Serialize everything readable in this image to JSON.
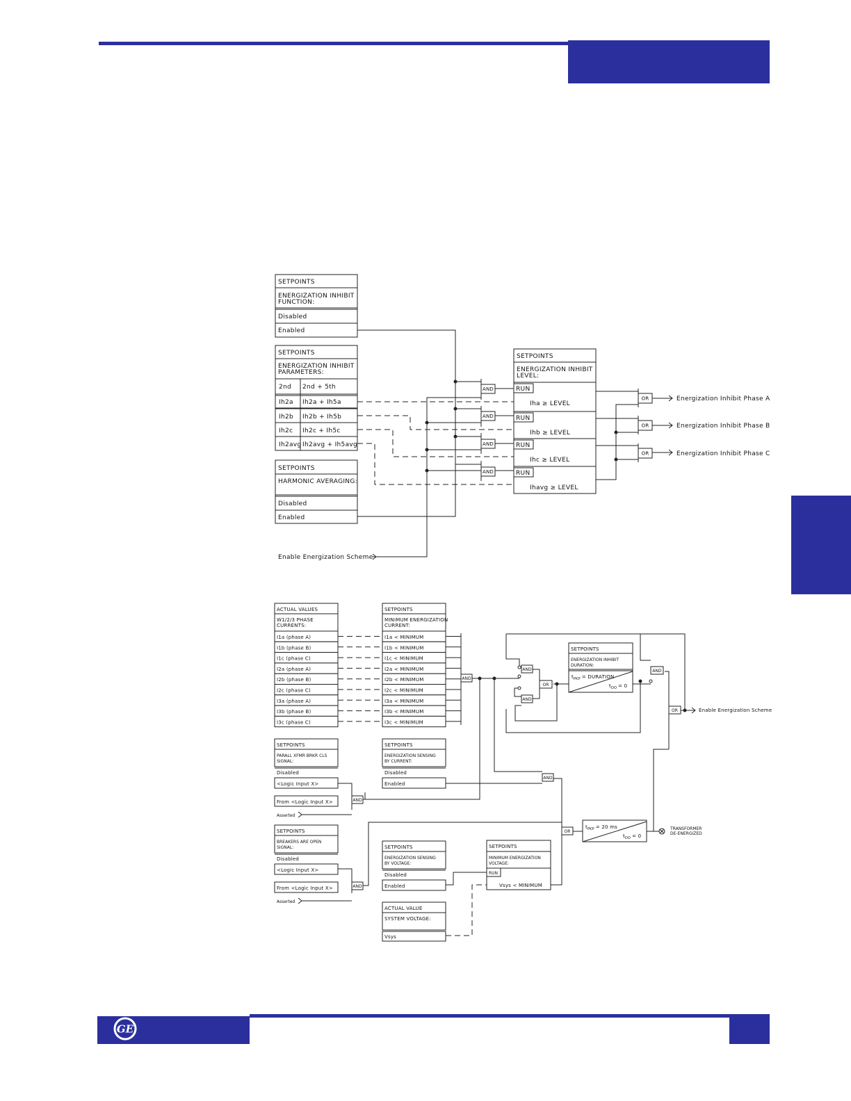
{
  "colors": {
    "brand": "#2b2f9e",
    "ink": "#111111",
    "paper": "#ffffff"
  },
  "logo": {
    "name": "ge-monogram-logo",
    "text": "GE"
  },
  "top": {
    "func": {
      "head": "SETPOINTS",
      "title1": "ENERGIZATION  INHIBIT",
      "title2": "FUNCTION:",
      "opt1": "Disabled",
      "opt2": "Enabled"
    },
    "params": {
      "head": "SETPOINTS",
      "title1": "ENERGIZATION  INHIBIT",
      "title2": "PARAMETERS:",
      "rows": [
        {
          "a": "2nd",
          "b": "2nd  +  5th"
        },
        {
          "a": "Ih2a",
          "b": "Ih2a  +  Ih5a"
        },
        {
          "a": "Ih2b",
          "b": "Ih2b  +  Ih5b"
        },
        {
          "a": "Ih2c",
          "b": "Ih2c  +  Ih5c"
        },
        {
          "a": "Ih2avg",
          "b": "Ih2avg  +  Ih5avg"
        }
      ]
    },
    "harm": {
      "head": "SETPOINTS",
      "title1": "HARMONIC  AVERAGING:",
      "opt1": "Disabled",
      "opt2": "Enabled"
    },
    "level": {
      "head": "SETPOINTS",
      "title1": "ENERGIZATION  INHIBIT",
      "title2": "LEVEL:",
      "rows": [
        {
          "run": "RUN",
          "cmp": "Iha  ≥  LEVEL"
        },
        {
          "run": "RUN",
          "cmp": "Ihb  ≥  LEVEL"
        },
        {
          "run": "RUN",
          "cmp": "Ihc  ≥  LEVEL"
        },
        {
          "run": "RUN",
          "cmp": "Ihavg  ≥  LEVEL"
        }
      ]
    },
    "and_label": "AND",
    "or_label": "OR",
    "outputs": [
      "Energization  Inhibit  Phase  A",
      "Energization  Inhibit  Phase  B",
      "Energization  Inhibit  Phase  C"
    ],
    "enable_scheme": "Enable  Energization  Scheme"
  },
  "bottom": {
    "currents": {
      "head": "ACTUAL  VALUES",
      "title1": "W1/2/3  PHASE",
      "title2": "CURRENTS:",
      "rows": [
        "I1a  (phase  A)",
        "I1b  (phase  B)",
        "I1c  (phase  C)",
        "I2a  (phase  A)",
        "I2b  (phase  B)",
        "I2c  (phase  C)",
        "I3a  (phase  A)",
        "I3b  (phase  B)",
        "I3c  (phase  C)"
      ]
    },
    "mincur": {
      "head": "SETPOINTS",
      "title1": "MINIMUM  ENERGIZATION",
      "title2": "CURRENT:",
      "rows": [
        "I1a  <  MINIMUM",
        "I1b  <  MINIMUM",
        "I1c  <  MINIMUM",
        "I2a  <  MINIMUM",
        "I2b  <  MINIMUM",
        "I2c  <  MINIMUM",
        "I3a  <  MINIMUM",
        "I3b  <  MINIMUM",
        "I3c  <  MINIMUM"
      ]
    },
    "duration": {
      "head": "SETPOINTS",
      "title1": "ENERGIZATION  INHIBIT",
      "title2": "DURATION:",
      "pkp": "t",
      "pkp_sub": "PKP",
      "pkp_rest": "=  DURATION",
      "do": "t",
      "do_sub": "DO",
      "do_rest": "=  0"
    },
    "parall": {
      "head": "SETPOINTS",
      "title1": "PARALL  XFMR  BRKR  CLS",
      "title2": "SIGNAL:",
      "opt1": "Disabled",
      "opt2": "<Logic  Input  X>"
    },
    "sensecur": {
      "head": "SETPOINTS",
      "title1": "ENERGIZATION  SENSING",
      "title2": "BY  CURRENT:",
      "opt1": "Disabled",
      "opt2": "Enabled"
    },
    "from1": "From  <Logic  Input  X>",
    "asserted1": "Asserted",
    "breakers": {
      "head": "SETPOINTS",
      "title1": "BREAKERS  ARE  OPEN",
      "title2": "SIGNAL:",
      "opt1": "Disabled",
      "opt2": "<Logic  Input  X>"
    },
    "from2": "From  <Logic  Input  X>",
    "asserted2": "Asserted",
    "sensevolt": {
      "head": "SETPOINTS",
      "title1": "ENERGIZATION  SENSING",
      "title2": "BY  VOLTAGE:",
      "opt1": "Disabled",
      "opt2": "Enabled"
    },
    "minvolt": {
      "head": "SETPOINTS",
      "title1": "MINIMUM  ENERGIZATION",
      "title2": "VOLTAGE:",
      "run": "RUN",
      "cmp": "Vsys  <  MINIMUM"
    },
    "sysvolt": {
      "head": "ACTUAL  VALUE",
      "title1": "SYSTEM  VOLTAGE:",
      "opt1": "Vsys"
    },
    "timer": {
      "pkp": "t",
      "pkp_sub": "PKP",
      "pkp_rest": "=  20  ms",
      "do": "t",
      "do_sub": "DO",
      "do_rest": "=  0"
    },
    "deenergized1": "TRANSFORMER",
    "deenergized2": "DE-ENERGIZED",
    "enable_scheme": "Enable  Energization  Scheme",
    "and_label": "AND",
    "or_label": "OR"
  }
}
